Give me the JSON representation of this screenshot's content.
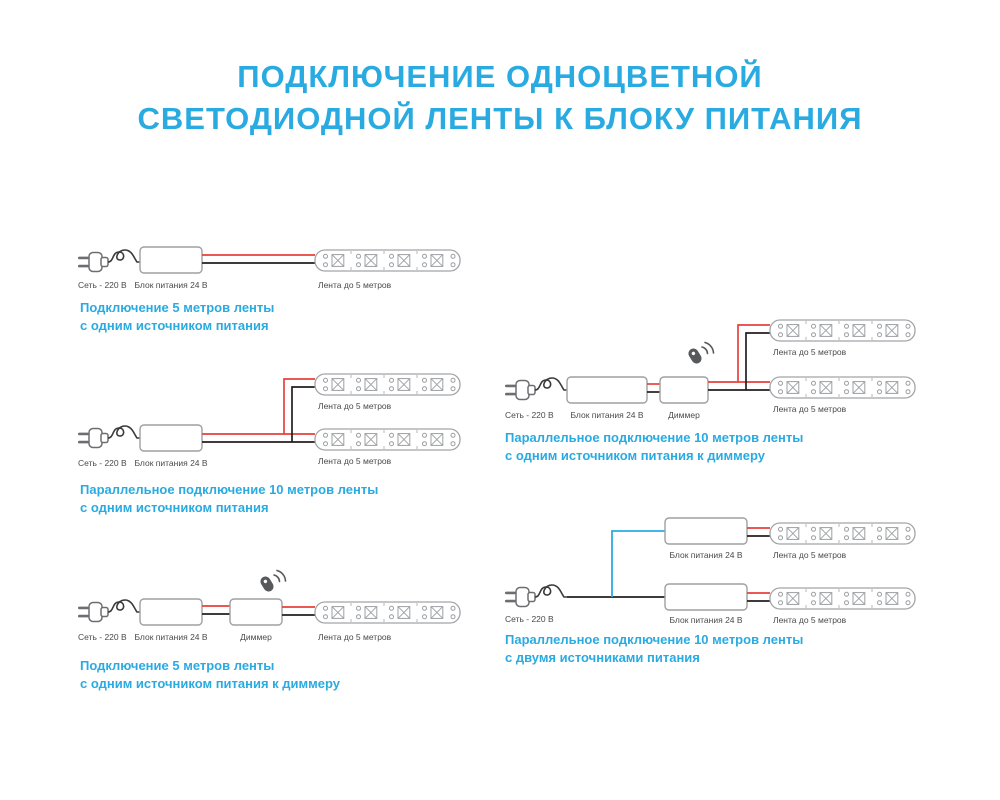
{
  "title": {
    "line1": "ПОДКЛЮЧЕНИЕ ОДНОЦВЕТНОЙ",
    "line2": "СВЕТОДИОДНОЙ ЛЕНТЫ К БЛОКУ ПИТАНИЯ"
  },
  "labels": {
    "mains": "Сеть - 220 В",
    "psu": "Блок питания 24 В",
    "dimmer": "Диммер",
    "strip": "Лента до 5 метров"
  },
  "diagrams": [
    {
      "id": "single-5m-one-psu",
      "caption1": "Подключение 5 метров ленты",
      "caption2": "с одним источником питания"
    },
    {
      "id": "parallel-10m-one-psu",
      "caption1": "Параллельное подключение 10 метров ленты",
      "caption2": "с одним источником питания"
    },
    {
      "id": "single-5m-one-psu-dimmer",
      "caption1": "Подключение 5 метров ленты",
      "caption2": "с одним источником питания к диммеру"
    },
    {
      "id": "parallel-10m-one-psu-dimmer",
      "caption1": "Параллельное подключение 10 метров ленты",
      "caption2": "с одним источником питания к диммеру"
    },
    {
      "id": "parallel-10m-two-psu",
      "caption1": "Параллельное подключение 10 метров ленты",
      "caption2": "с двумя источниками питания"
    }
  ],
  "colors": {
    "accent": "#29abe2",
    "wire_red": "#e8413c",
    "wire_black": "#231f20",
    "wire_blue": "#29abe2",
    "outline": "#9d9fa2",
    "label_text": "#4a4a4a"
  },
  "icons": {
    "plug": "power-plug-icon",
    "remote": "remote-control-icon",
    "strip": "led-strip",
    "psu": "power-supply-box",
    "dimmer": "dimmer-box"
  }
}
